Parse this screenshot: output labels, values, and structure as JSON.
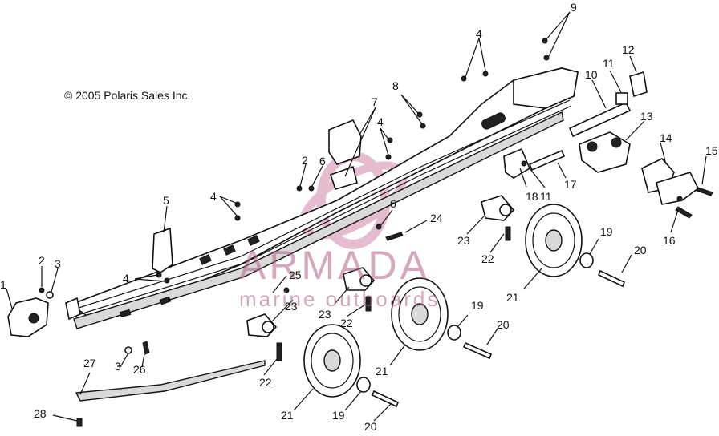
{
  "copyright": "© 2005 Polaris Sales Inc.",
  "watermark": {
    "brand": "ARMADA",
    "tagline": "marine outboards",
    "color": "#b25f86"
  },
  "callouts": {
    "n1": "1",
    "n2a": "2",
    "n2b": "2",
    "n3a": "3",
    "n3b": "3",
    "n4a": "4",
    "n4b": "4",
    "n4c": "4",
    "n4d": "4",
    "n5": "5",
    "n6a": "6",
    "n6b": "6",
    "n7": "7",
    "n8": "8",
    "n9": "9",
    "n10": "10",
    "n11a": "11",
    "n11b": "11",
    "n12": "12",
    "n13": "13",
    "n14": "14",
    "n15": "15",
    "n16": "16",
    "n17": "17",
    "n18": "18",
    "n19a": "19",
    "n19b": "19",
    "n19c": "19",
    "n20a": "20",
    "n20b": "20",
    "n20c": "20",
    "n21a": "21",
    "n21b": "21",
    "n21c": "21",
    "n22a": "22",
    "n22b": "22",
    "n22c": "22",
    "n23a": "23",
    "n23b": "23",
    "n23c": "23",
    "n24": "24",
    "n25": "25",
    "n26": "26",
    "n27": "27",
    "n28": "28"
  }
}
